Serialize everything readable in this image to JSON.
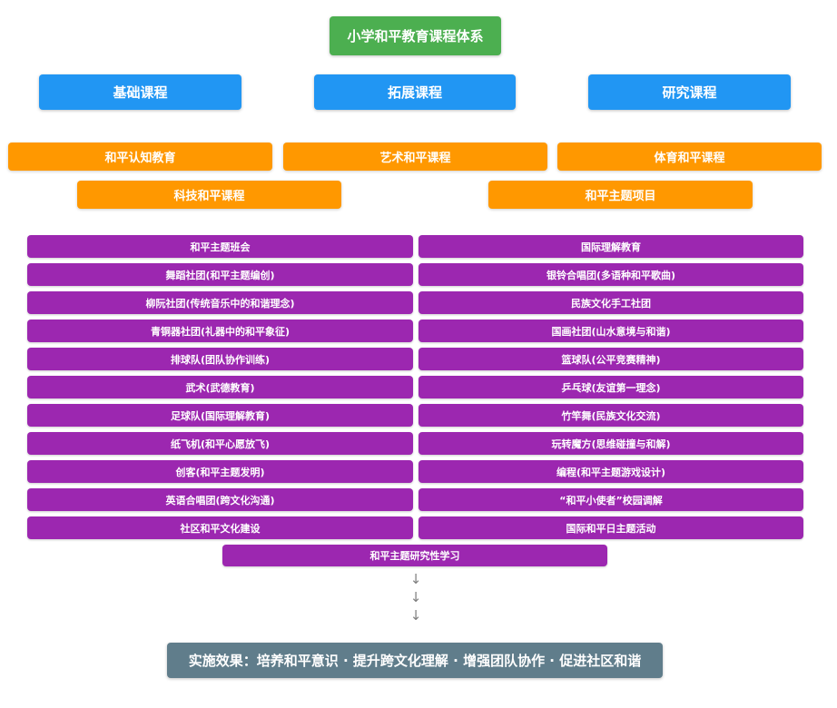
{
  "title": "小学和平教育课程体系",
  "level1": [
    "基础课程",
    "拓展课程",
    "研究课程"
  ],
  "level2_row1": [
    "和平认知教育",
    "艺术和平课程",
    "体育和平课程"
  ],
  "level2_row2": [
    "科技和平课程",
    "和平主题项目"
  ],
  "activities_left": [
    "和平主题班会",
    "舞蹈社团(和平主题编创)",
    "柳阮社团(传统音乐中的和谐理念)",
    "青铜器社团(礼器中的和平象征)",
    "排球队(团队协作训练)",
    "武术(武德教育)",
    "足球队(国际理解教育)",
    "纸飞机(和平心愿放飞)",
    "创客(和平主题发明)",
    "英语合唱团(跨文化沟通)",
    "社区和平文化建设"
  ],
  "activities_right": [
    "国际理解教育",
    "银铃合唱团(多语种和平歌曲)",
    "民族文化手工社团",
    "国画社团(山水意境与和谐)",
    "篮球队(公平竞赛精神)",
    "乒乓球(友谊第一理念)",
    "竹竿舞(民族文化交流)",
    "玩转魔方(思维碰撞与和解)",
    "编程(和平主题游戏设计)",
    "“和平小使者”校园调解",
    "国际和平日主题活动"
  ],
  "research_study": "和平主题研究性学习",
  "arrows": [
    "↓",
    "↓",
    "↓"
  ],
  "effect": "实施效果：培养和平意识 · 提升跨文化理解 · 增强团队协作 · 促进社区和谐",
  "colors": {
    "title": "#4caf50",
    "level1": "#2196f3",
    "level2": "#ff9800",
    "activity": "#9c27b0",
    "effect": "#607d8b",
    "arrow": "#7f7f7f"
  }
}
